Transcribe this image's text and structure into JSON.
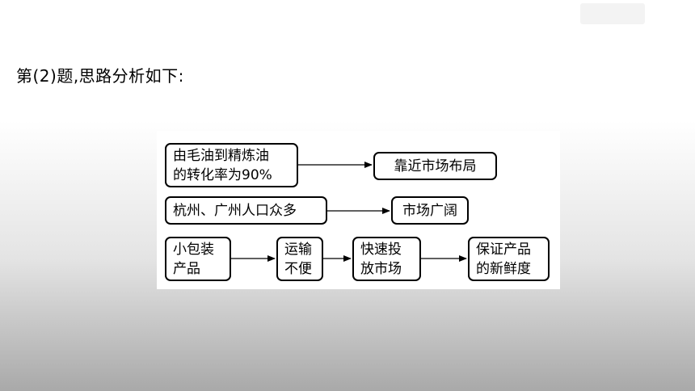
{
  "heading": "第(2)题,思路分析如下:",
  "diagram": {
    "row1": {
      "source": [
        "由毛油到精炼油",
        "的转化率为90%"
      ],
      "target": "靠近市场布局"
    },
    "row2": {
      "source": "杭州、广州人口众多",
      "target": "市场广阔"
    },
    "row3": {
      "steps": [
        [
          "小包装",
          "产品"
        ],
        [
          "运输",
          "不便"
        ],
        [
          "快速投",
          "放市场"
        ],
        [
          "保证产品",
          "的新鲜度"
        ]
      ]
    }
  }
}
